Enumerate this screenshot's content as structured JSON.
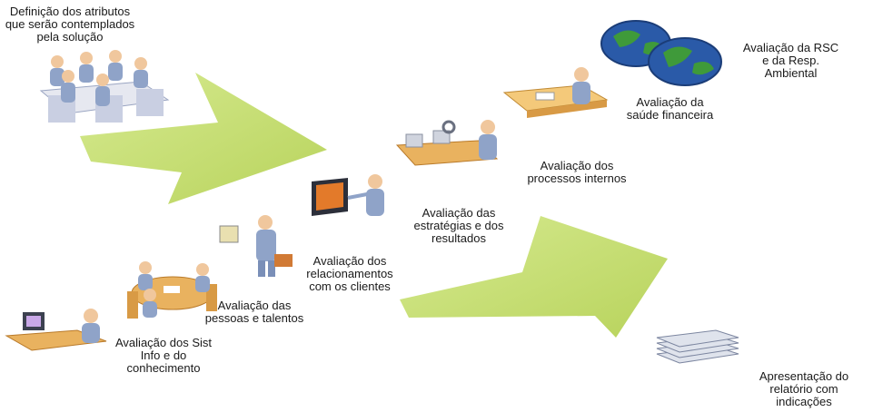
{
  "labels": {
    "definicao": [
      "Definição dos atributos",
      "que serão contemplados",
      "pela solução"
    ],
    "rsc": [
      "Avaliação da RSC",
      "e da Resp.",
      "Ambiental"
    ],
    "saude": [
      "Avaliação da",
      "saúde financeira"
    ],
    "processos": [
      "Avaliação dos",
      "processos internos"
    ],
    "estrategias": [
      "Avaliação das",
      "estratégias e dos",
      "resultados"
    ],
    "clientes": [
      "Avaliação dos",
      "relacionamentos",
      "com os clientes"
    ],
    "pessoas": [
      "Avaliação das",
      "pessoas e talentos"
    ],
    "sistinfo": [
      "Avaliação dos Sist",
      "Info e do",
      "conhecimento"
    ],
    "relatorio": [
      "Apresentação do",
      "relatório com",
      "indicações"
    ]
  },
  "colors": {
    "arrow": "#c9e07a",
    "person": "#8fa3c8",
    "furniture": "#e9b25f",
    "globe_sea": "#2a5aa8",
    "globe_land": "#3f9a3a"
  },
  "icons": [
    "meeting-icon",
    "globe-icon",
    "desk-worker-icon",
    "assembly-line-icon",
    "presentation-icon",
    "client-person-icon",
    "team-table-icon",
    "computer-worker-icon",
    "report-stack-icon"
  ]
}
